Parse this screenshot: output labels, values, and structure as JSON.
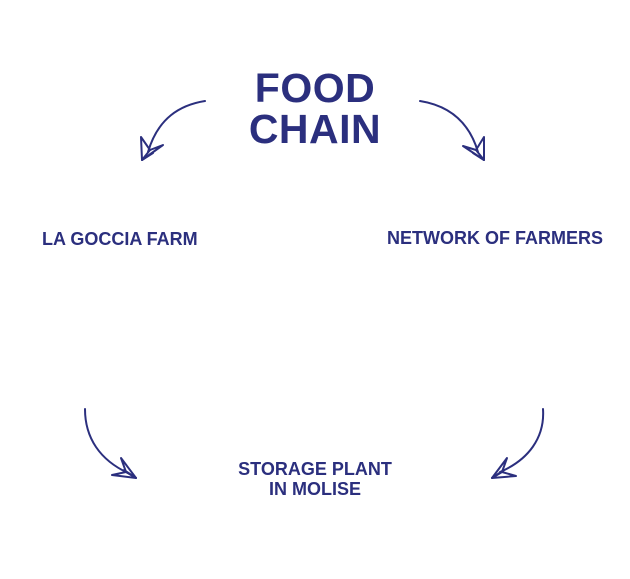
{
  "colors": {
    "primary": "#2b2f7e",
    "background": "#ffffff"
  },
  "title": {
    "line1": "FOOD",
    "line2": "CHAIN"
  },
  "nodes": {
    "left": "LA GOCCIA FARM",
    "right": "NETWORK OF FARMERS",
    "bottom_line1": "STORAGE PLANT",
    "bottom_line2": "IN MOLISE"
  },
  "arrows": [
    {
      "name": "title-to-left"
    },
    {
      "name": "title-to-right"
    },
    {
      "name": "left-to-bottom"
    },
    {
      "name": "right-to-bottom"
    }
  ]
}
